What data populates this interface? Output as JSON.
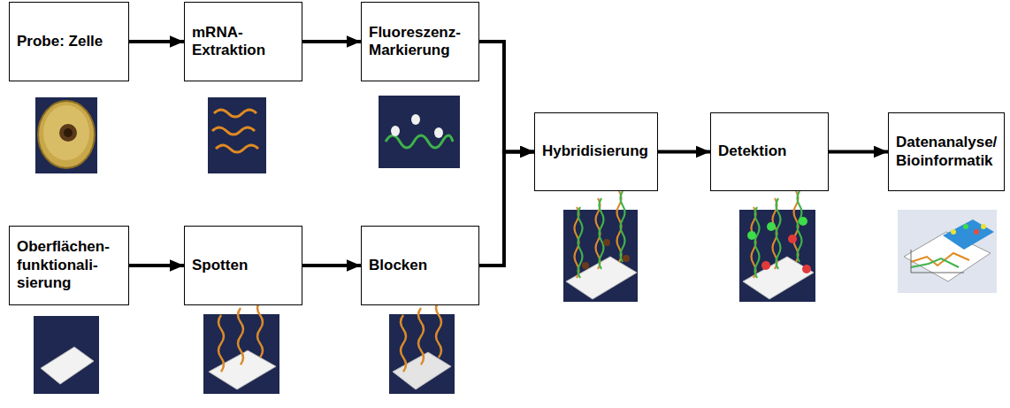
{
  "diagram": {
    "nodes": [
      {
        "text": [
          "Probe: Zelle"
        ]
      },
      {
        "text": [
          "mRNA- Extraktion"
        ]
      },
      {
        "text": [
          "Fluoreszenz- Markierung"
        ]
      },
      {
        "text": [
          "Oberflächen- funktionali- sierung"
        ]
      },
      {
        "text": [
          "Spotten"
        ]
      },
      {
        "text": [
          "Blocken"
        ]
      },
      {
        "text": [
          "Hybridisierung"
        ]
      },
      {
        "text": [
          "Detektion"
        ]
      },
      {
        "text": [
          "Datenanalyse/ Bioinformatik"
        ]
      }
    ],
    "edges": [
      {
        "from": 0,
        "to": 1,
        "arrow": "to"
      },
      {
        "from": 1,
        "to": 2,
        "arrow": "to"
      },
      {
        "from": 2,
        "to": 6,
        "arrow": "to"
      },
      {
        "from": 3,
        "to": 4,
        "arrow": "to"
      },
      {
        "from": 4,
        "to": 5,
        "arrow": "to"
      },
      {
        "from": 5,
        "to": 6,
        "arrow": "to"
      },
      {
        "from": 6,
        "to": 7,
        "arrow": "to"
      },
      {
        "from": 7,
        "to": 8,
        "arrow": "to"
      }
    ]
  }
}
